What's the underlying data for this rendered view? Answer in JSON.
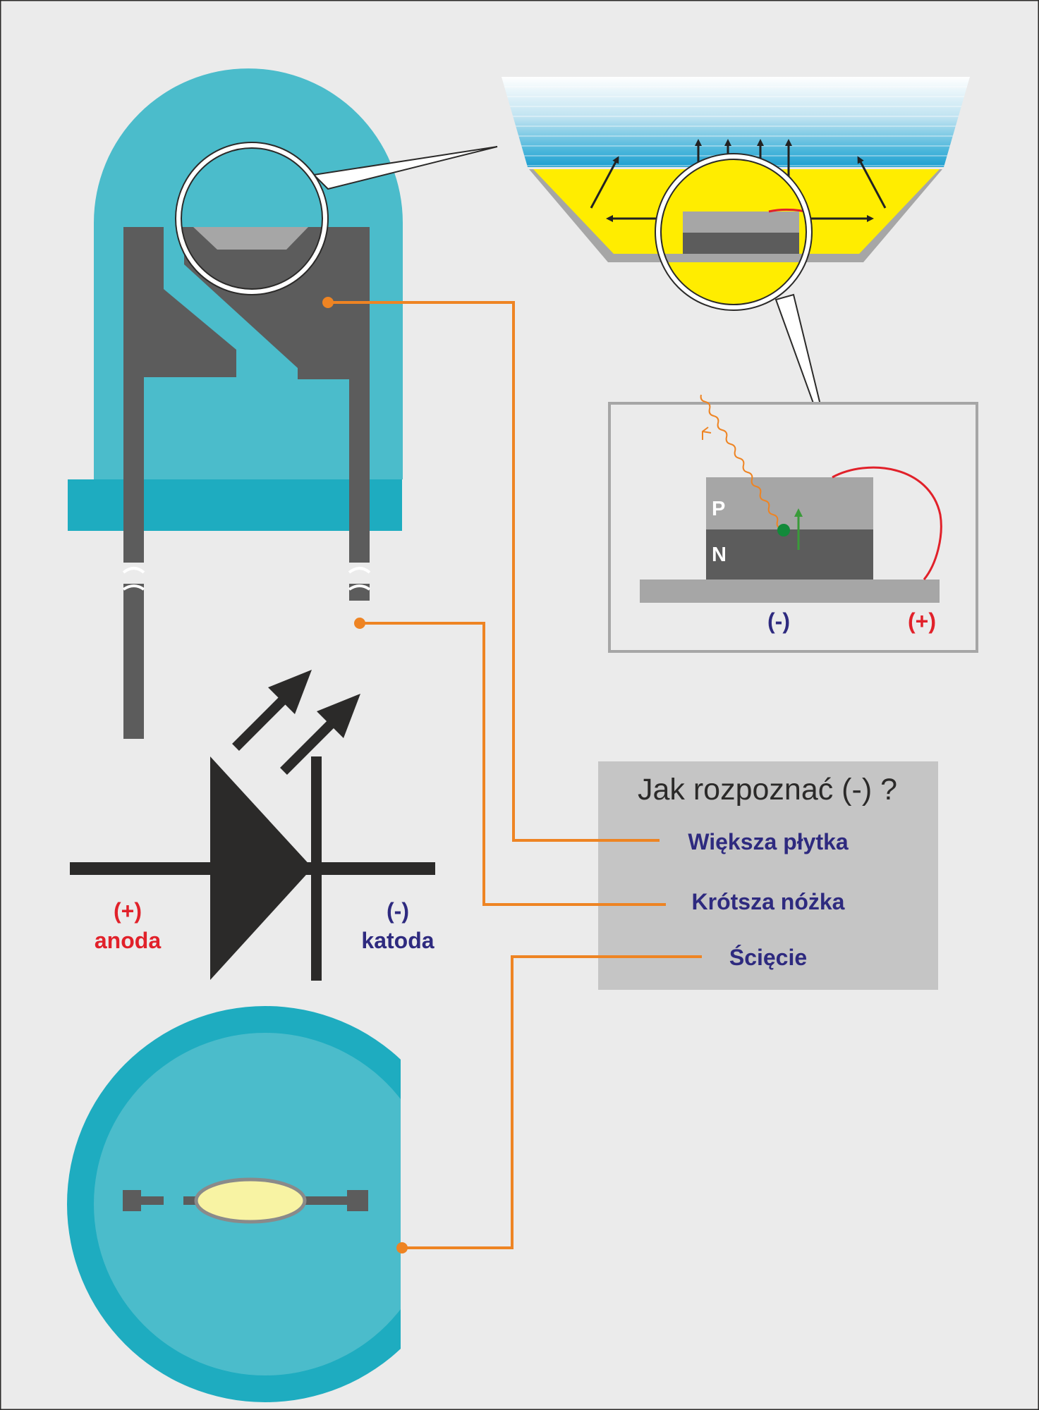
{
  "colors": {
    "background": "#ebebeb",
    "led_body": "#4bbccb",
    "led_rim": "#1eacc0",
    "metal_dark": "#5c5c5c",
    "metal_mid": "#8a8a8a",
    "metal_light": "#a6a6a6",
    "chip_yellow": "#ffed00",
    "leader_orange": "#ee8423",
    "label_blue": "#2e2a7f",
    "label_red": "#e1212a",
    "wire_red": "#e1212a",
    "photon_orange": "#ee8423",
    "electron_green": "#128a3a",
    "arrow_green": "#3a9b3a",
    "panel_gray": "#c5c5c5",
    "symbol_black": "#2b2a29"
  },
  "icons": {
    "diode_symbol": "led-schematic-symbol-icon",
    "emission_arrows": "light-emission-arrows-icon",
    "magnifier_top": "magnifier-lens-icon",
    "magnifier_chip": "magnifier-lens-icon"
  },
  "pn_inset": {
    "p_label": "P",
    "n_label": "N",
    "minus_label": "(-)",
    "plus_label": "(+)"
  },
  "symbol": {
    "anode_sign": "(+)",
    "anode_label": "anoda",
    "cathode_sign": "(-)",
    "cathode_label": "katoda"
  },
  "info_box": {
    "title": "Jak rozpoznać (-) ?",
    "items": [
      {
        "label": "Większa płytka"
      },
      {
        "label": "Krótsza nóżka"
      },
      {
        "label": "Ścięcie"
      }
    ]
  }
}
